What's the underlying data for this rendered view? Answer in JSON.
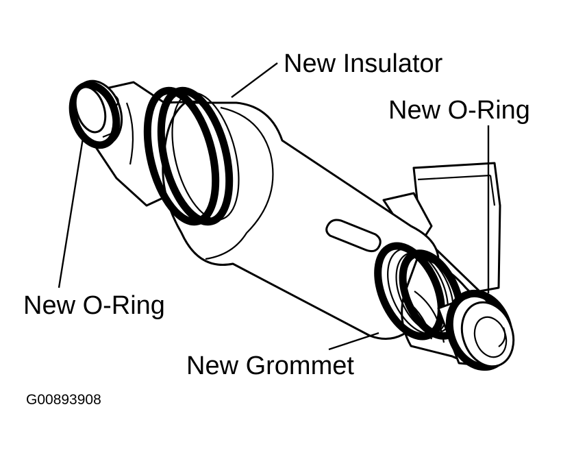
{
  "labels": {
    "insulator": "New Insulator",
    "oring_top_right": "New O-Ring",
    "oring_left": "New O-Ring",
    "grommet": "New Grommet"
  },
  "figure_code": "G00893908"
}
